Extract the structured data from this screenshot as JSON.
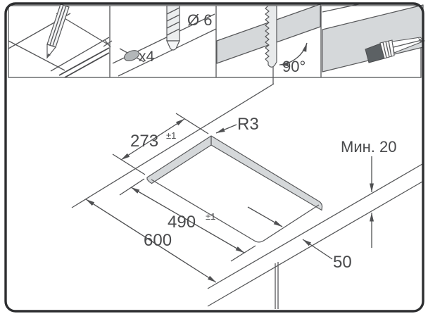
{
  "figure": {
    "title_semantic": "hob-cutout-installation-diagram",
    "steps": {
      "mark": {
        "tool": "pencil"
      },
      "drill": {
        "diameter_label": "Ø 6",
        "holes_label": "x4"
      },
      "saw": {
        "angle_label": "90°"
      },
      "seal": {
        "tool": "brush"
      }
    },
    "dimensions": {
      "cutout_width": "273",
      "cutout_depth": "490",
      "tolerance": "±1",
      "worktop_depth": "600",
      "front_distance": "50",
      "corner_radius": "R3",
      "min_thickness": "Мин. 20"
    },
    "colors": {
      "line": "#57585a",
      "fill_band": "#d5d8da",
      "text": "#494a4c",
      "border": "#2d2e30"
    }
  }
}
